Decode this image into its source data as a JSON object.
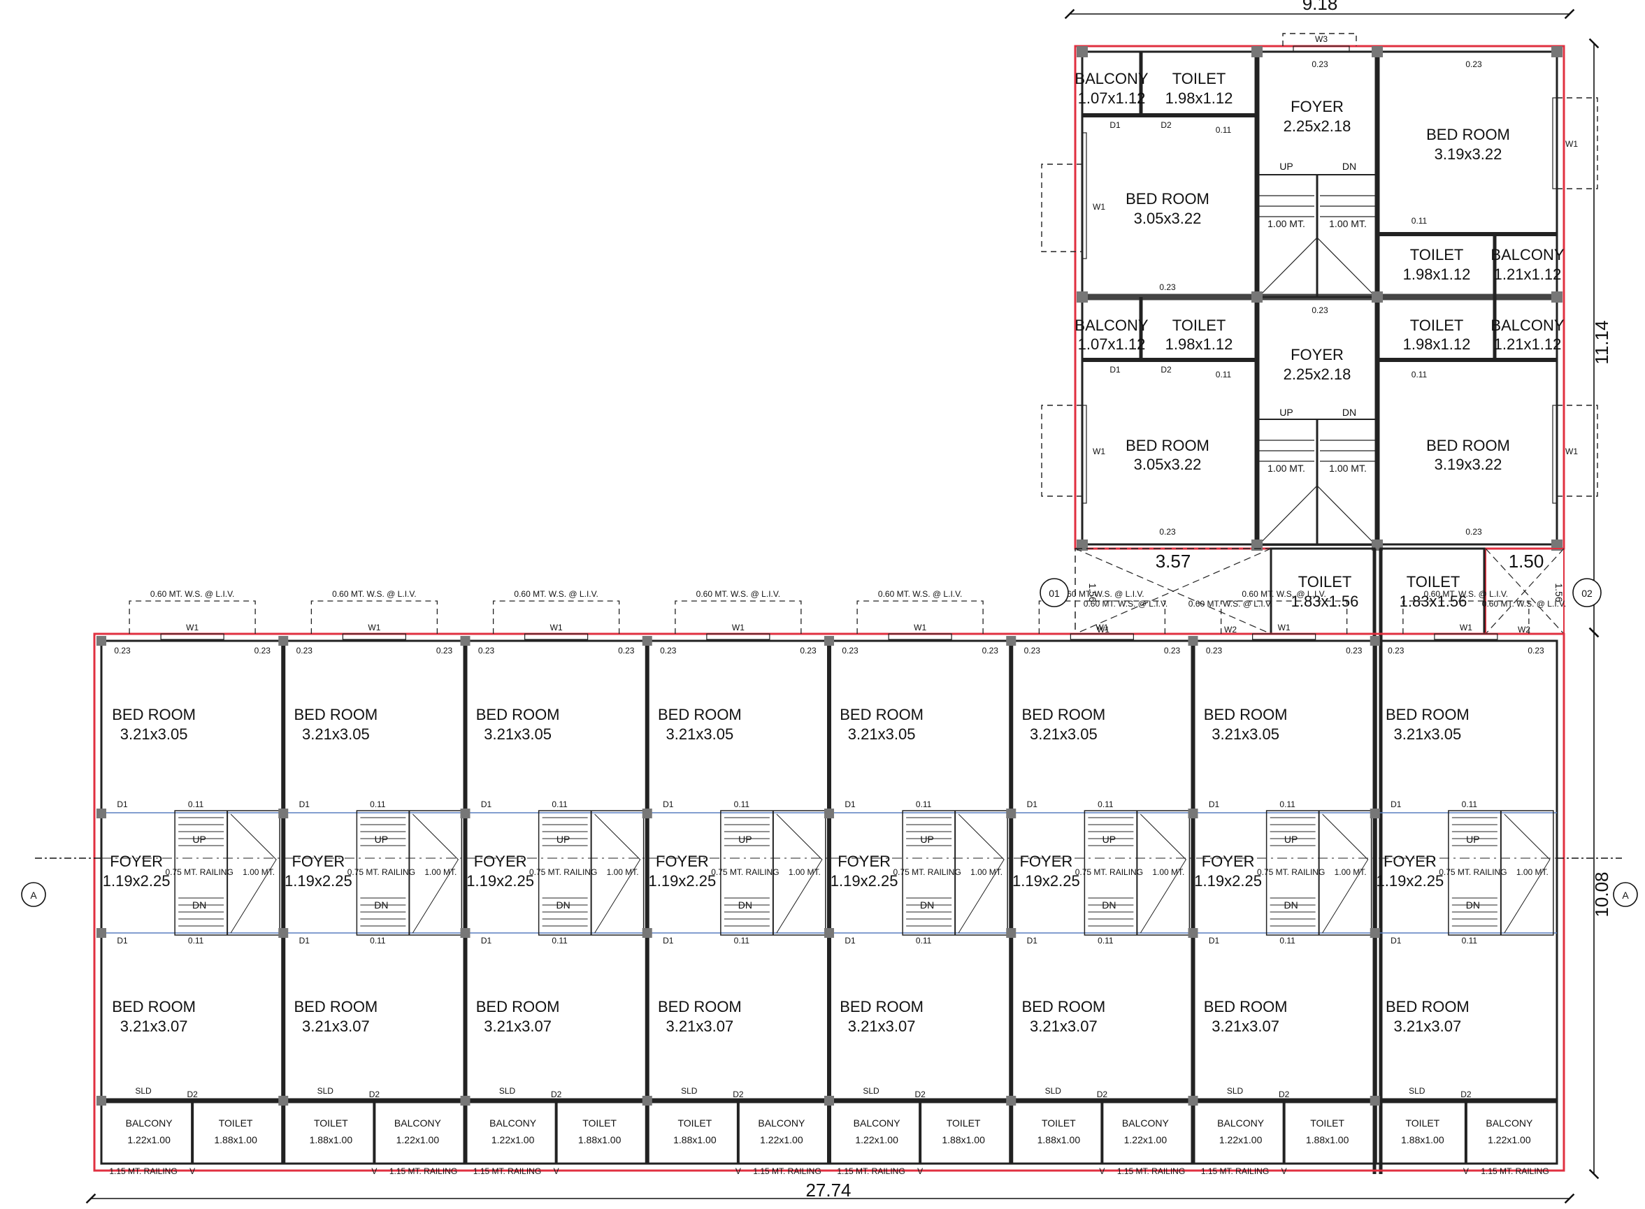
{
  "dimensions": {
    "top": "9.18",
    "right_upper": "11.14",
    "right_lower": "10.08",
    "bottom": "27.74",
    "gap_left": "3.57",
    "gap_right": "1.50",
    "gap_small": "1.56"
  },
  "section_markers": {
    "a_left": "A",
    "a_right": "A",
    "m1": "01",
    "m2": "02"
  },
  "notes": {
    "window_sill": "0.60 MT. W.S. @ L.I.V.",
    "railing": "1.15 MT. RAILING",
    "stair_railing": "0.75 MT. RAILING",
    "stair_width": "1.00 MT."
  },
  "codes": {
    "w1": "W1",
    "w2": "W2",
    "w3": "W3",
    "d1": "D1",
    "d2": "D2",
    "sld": "SLD",
    "v": "V",
    "up": "UP",
    "dn": "DN",
    "t023": "0.23",
    "t011": "0.11"
  },
  "upper_block": {
    "balcony_l": {
      "name": "BALCONY",
      "size": "1.07x1.12"
    },
    "toilet_l": {
      "name": "TOILET",
      "size": "1.98x1.12"
    },
    "foyer": {
      "name": "FOYER",
      "size": "2.25x2.18"
    },
    "bed_l": {
      "name": "BED ROOM",
      "size": "3.05x3.22"
    },
    "bed_r": {
      "name": "BED ROOM",
      "size": "3.19x3.22"
    },
    "toilet_r": {
      "name": "TOILET",
      "size": "1.98x1.12"
    },
    "balcony_r": {
      "name": "BALCONY",
      "size": "1.21x1.12"
    },
    "toilet_gap": {
      "name": "TOILET",
      "size": "1.83x1.56"
    }
  },
  "lower_block": {
    "bed_top": {
      "name": "BED ROOM",
      "size": "3.21x3.05"
    },
    "foyer": {
      "name": "FOYER",
      "size": "1.19x2.25"
    },
    "bed_bottom": {
      "name": "BED ROOM",
      "size": "3.21x3.07"
    },
    "balcony": {
      "name": "BALCONY",
      "size": "1.22x1.00"
    },
    "toilet": {
      "name": "TOILET",
      "size": "1.88x1.00"
    }
  }
}
